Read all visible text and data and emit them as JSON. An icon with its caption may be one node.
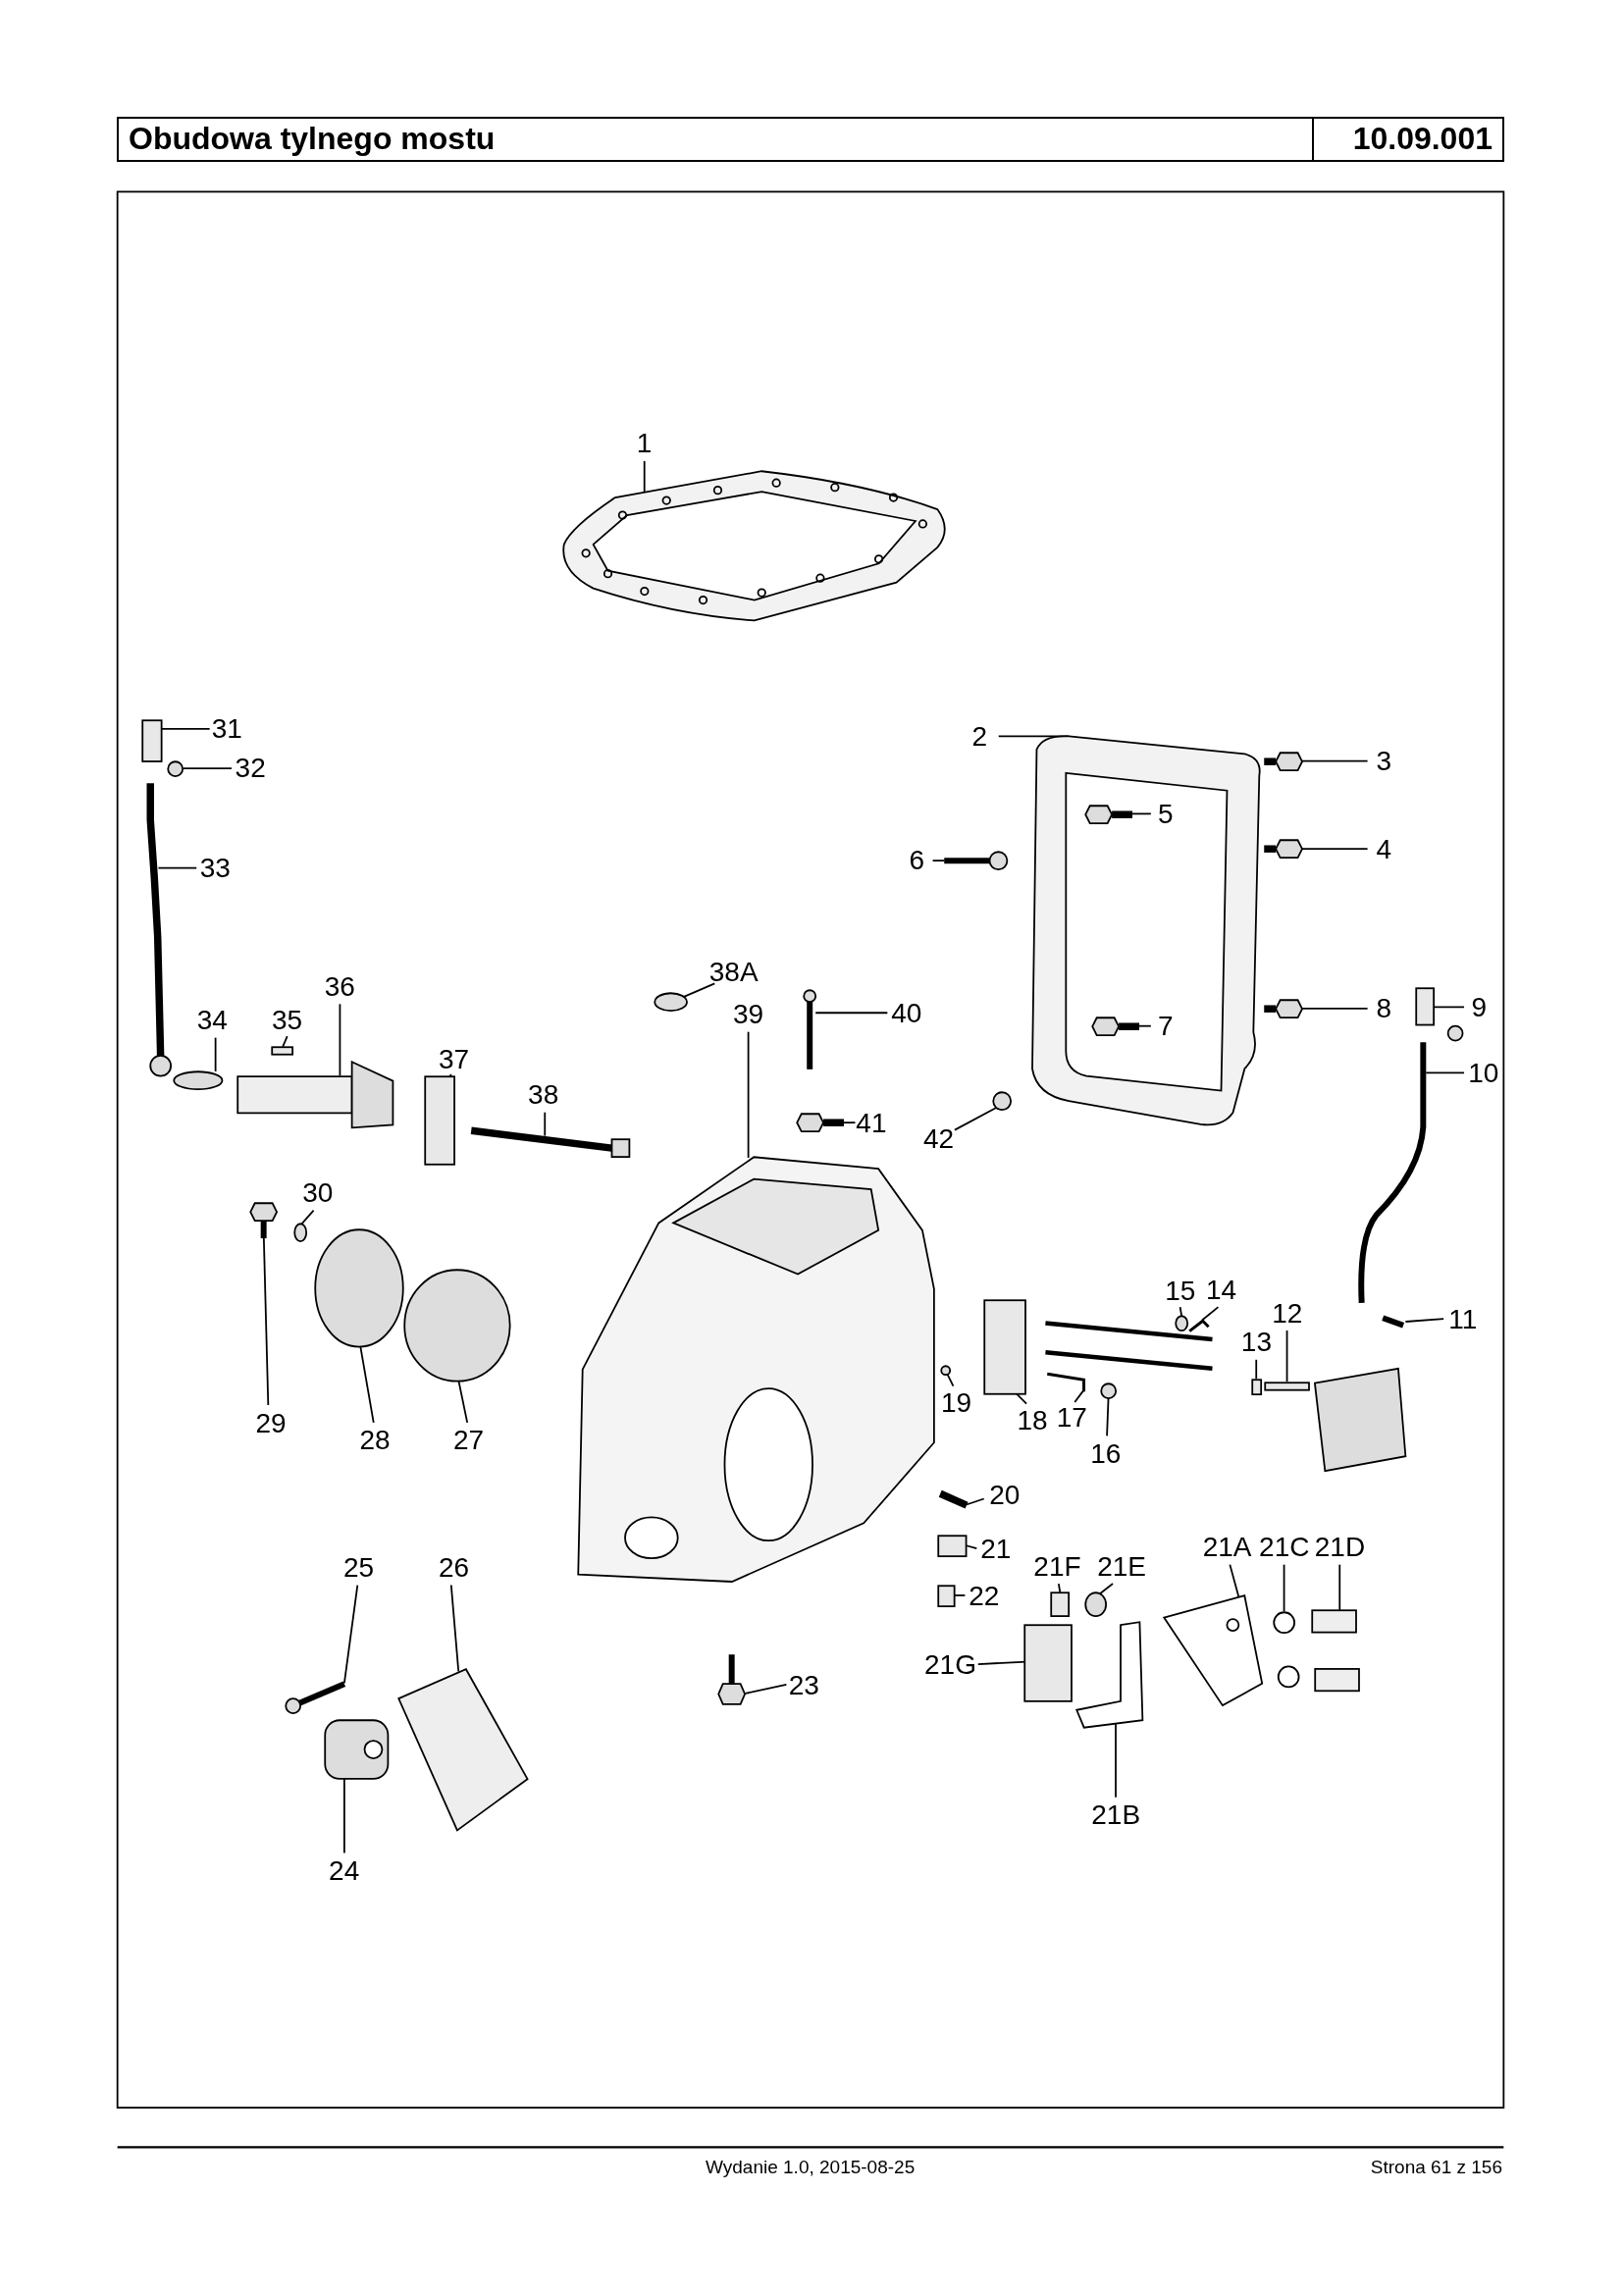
{
  "diagram": {
    "title": "Obudowa tylnego mostu",
    "nodes": [
      {
        "text": [
          "1"
        ]
      },
      {
        "text": [],
        "shape": "picture"
      },
      {
        "text": [
          "31"
        ]
      },
      {
        "text": [],
        "shape": "box"
      },
      {
        "text": [
          "2"
        ]
      },
      {
        "text": [],
        "shape": "picture"
      },
      {
        "text": [
          "3"
        ]
      },
      {
        "text": [],
        "shape": "picture"
      },
      {
        "text": [
          "32"
        ]
      },
      {
        "text": [],
        "shape": "circle"
      },
      {
        "text": [
          "5"
        ],
        "in": 5
      },
      {
        "text": [],
        "shape": "picture",
        "in": 5
      },
      {
        "text": [
          "4"
        ]
      },
      {
        "text": [],
        "shape": "picture"
      },
      {
        "text": [
          "6"
        ]
      },
      {
        "text": [],
        "shape": "picture"
      },
      {
        "text": [
          "33"
        ]
      },
      {
        "text": [],
        "shape": "picture"
      },
      {
        "text": [
          "38A"
        ]
      },
      {
        "text": [],
        "shape": "circle"
      },
      {
        "text": [
          "36"
        ]
      },
      {
        "text": [],
        "shape": "picture"
      },
      {
        "text": [
          "40"
        ]
      },
      {
        "text": [],
        "shape": "picture"
      },
      {
        "text": [
          "39"
        ]
      },
      {
        "text": [],
        "shape": "picture"
      },
      {
        "text": [
          "8"
        ]
      },
      {
        "text": [],
        "shape": "picture"
      },
      {
        "text": [
          "9"
        ]
      },
      {
        "text": [],
        "shape": "box"
      },
      {
        "text": [
          "7"
        ],
        "in": 5
      },
      {
        "text": [],
        "shape": "picture",
        "in": 5
      },
      {
        "text": [
          "34"
        ]
      },
      {
        "text": [],
        "shape": "circle"
      },
      {
        "text": [
          "35"
        ]
      },
      {
        "text": [],
        "shape": "box"
      },
      {
        "text": [
          "37"
        ]
      },
      {
        "text": [],
        "shape": "box"
      },
      {
        "text": [
          "10"
        ]
      },
      {
        "text": [],
        "shape": "picture"
      },
      {
        "text": [
          "38"
        ]
      },
      {
        "text": [],
        "shape": "picture"
      },
      {
        "text": [
          "41"
        ]
      },
      {
        "text": [],
        "shape": "picture"
      },
      {
        "text": [
          "42"
        ]
      },
      {
        "text": [],
        "shape": "circle"
      },
      {
        "text": [
          "30"
        ]
      },
      {
        "text": [],
        "shape": "circle"
      },
      {
        "text": [
          "15"
        ]
      },
      {
        "text": [],
        "shape": "circle"
      },
      {
        "text": [
          "14"
        ]
      },
      {
        "text": [],
        "shape": "picture"
      },
      {
        "text": [
          "12"
        ]
      },
      {
        "text": [],
        "shape": "box"
      },
      {
        "text": [
          "11"
        ]
      },
      {
        "text": [],
        "shape": "picture"
      },
      {
        "text": [
          "13"
        ]
      },
      {
        "text": [],
        "shape": "box"
      },
      {
        "text": [
          "19"
        ]
      },
      {
        "text": [],
        "shape": "circle"
      },
      {
        "text": [
          "17"
        ]
      },
      {
        "text": [],
        "shape": "picture"
      },
      {
        "text": [
          "18"
        ]
      },
      {
        "text": [],
        "shape": "box"
      },
      {
        "text": [
          "29"
        ]
      },
      {
        "text": [],
        "shape": "picture"
      },
      {
        "text": [
          "28"
        ]
      },
      {
        "text": [],
        "shape": "circle"
      },
      {
        "text": [
          "27"
        ]
      },
      {
        "text": [],
        "shape": "circle"
      },
      {
        "text": [
          "16"
        ]
      },
      {
        "text": [],
        "shape": "circle"
      },
      {
        "text": [
          "20"
        ]
      },
      {
        "text": [],
        "shape": "picture"
      },
      {
        "text": [
          "21A"
        ]
      },
      {
        "text": [],
        "shape": "picture"
      },
      {
        "text": [
          "21C"
        ]
      },
      {
        "text": [],
        "shape": "picture"
      },
      {
        "text": [
          "21D"
        ]
      },
      {
        "text": [],
        "shape": "picture"
      },
      {
        "text": [
          "21"
        ]
      },
      {
        "text": [],
        "shape": "box"
      },
      {
        "text": [
          "25"
        ]
      },
      {
        "text": [],
        "shape": "picture"
      },
      {
        "text": [
          "26"
        ]
      },
      {
        "text": [],
        "shape": "picture"
      },
      {
        "text": [
          "21F"
        ]
      },
      {
        "text": [],
        "shape": "box"
      },
      {
        "text": [
          "21E"
        ]
      },
      {
        "text": [],
        "shape": "circle"
      },
      {
        "text": [
          "22"
        ]
      },
      {
        "text": [],
        "shape": "box"
      },
      {
        "text": [
          "21G"
        ]
      },
      {
        "text": [],
        "shape": "box"
      },
      {
        "text": [
          "23"
        ]
      },
      {
        "text": [],
        "shape": "picture"
      },
      {
        "text": [
          "21B"
        ]
      },
      {
        "text": [],
        "shape": "picture"
      },
      {
        "text": [
          "24"
        ]
      },
      {
        "text": [],
        "shape": "picture"
      }
    ],
    "edges": [
      {
        "from": 0,
        "to": 1,
        "arrow": "none"
      },
      {
        "from": 2,
        "to": 3,
        "arrow": "none"
      },
      {
        "from": 4,
        "to": 5,
        "arrow": "none"
      },
      {
        "from": 6,
        "to": 7,
        "arrow": "none"
      },
      {
        "from": 8,
        "to": 9,
        "arrow": "none"
      },
      {
        "from": 10,
        "to": 11,
        "arrow": "none"
      },
      {
        "from": 12,
        "to": 13,
        "arrow": "none"
      },
      {
        "from": 14,
        "to": 15,
        "arrow": "none"
      },
      {
        "from": 16,
        "to": 17,
        "arrow": "none"
      },
      {
        "from": 18,
        "to": 19,
        "arrow": "none"
      },
      {
        "from": 20,
        "to": 21,
        "arrow": "none"
      },
      {
        "from": 22,
        "to": 23,
        "arrow": "none"
      },
      {
        "from": 24,
        "to": 25,
        "arrow": "none"
      },
      {
        "from": 26,
        "to": 27,
        "arrow": "none"
      },
      {
        "from": 28,
        "to": 29,
        "arrow": "none"
      },
      {
        "from": 30,
        "to": 31,
        "arrow": "none"
      },
      {
        "from": 32,
        "to": 33,
        "arrow": "none"
      },
      {
        "from": 34,
        "to": 35,
        "arrow": "none"
      },
      {
        "from": 36,
        "to": 37,
        "arrow": "none"
      },
      {
        "from": 38,
        "to": 39,
        "arrow": "none"
      },
      {
        "from": 40,
        "to": 41,
        "arrow": "none"
      },
      {
        "from": 42,
        "to": 43,
        "arrow": "none"
      },
      {
        "from": 44,
        "to": 45,
        "arrow": "none"
      },
      {
        "from": 46,
        "to": 47,
        "arrow": "none"
      },
      {
        "from": 48,
        "to": 49,
        "arrow": "none"
      },
      {
        "from": 50,
        "to": 51,
        "arrow": "none"
      },
      {
        "from": 52,
        "to": 53,
        "arrow": "none"
      },
      {
        "from": 54,
        "to": 55,
        "arrow": "none"
      },
      {
        "from": 56,
        "to": 57,
        "arrow": "none"
      },
      {
        "from": 58,
        "to": 59,
        "arrow": "none"
      },
      {
        "from": 60,
        "to": 61,
        "arrow": "none"
      },
      {
        "from": 62,
        "to": 63,
        "arrow": "none"
      },
      {
        "from": 64,
        "to": 65,
        "arrow": "none"
      },
      {
        "from": 66,
        "to": 67,
        "arrow": "none"
      },
      {
        "from": 68,
        "to": 69,
        "arrow": "none"
      },
      {
        "from": 70,
        "to": 71,
        "arrow": "none"
      },
      {
        "from": 72,
        "to": 73,
        "arrow": "none"
      },
      {
        "from": 74,
        "to": 75,
        "arrow": "none"
      },
      {
        "from": 76,
        "to": 77,
        "arrow": "none"
      },
      {
        "from": 78,
        "to": 79,
        "arrow": "none"
      },
      {
        "from": 80,
        "to": 81,
        "arrow": "none"
      },
      {
        "from": 82,
        "to": 83,
        "arrow": "none"
      },
      {
        "from": 84,
        "to": 85,
        "arrow": "none"
      },
      {
        "from": 86,
        "to": 87,
        "arrow": "none"
      },
      {
        "from": 88,
        "to": 89,
        "arrow": "none"
      },
      {
        "from": 90,
        "to": 91,
        "arrow": "none"
      },
      {
        "from": 92,
        "to": 93,
        "arrow": "none"
      },
      {
        "from": 94,
        "to": 95,
        "arrow": "none"
      },
      {
        "from": 96,
        "to": 97,
        "arrow": "none"
      },
      {
        "from": 98,
        "to": 99,
        "arrow": "none"
      }
    ],
    "labels": [
      "10.09.001",
      "Wydanie 1.0, 2015-08-25",
      "Strona 61 z 156"
    ]
  }
}
